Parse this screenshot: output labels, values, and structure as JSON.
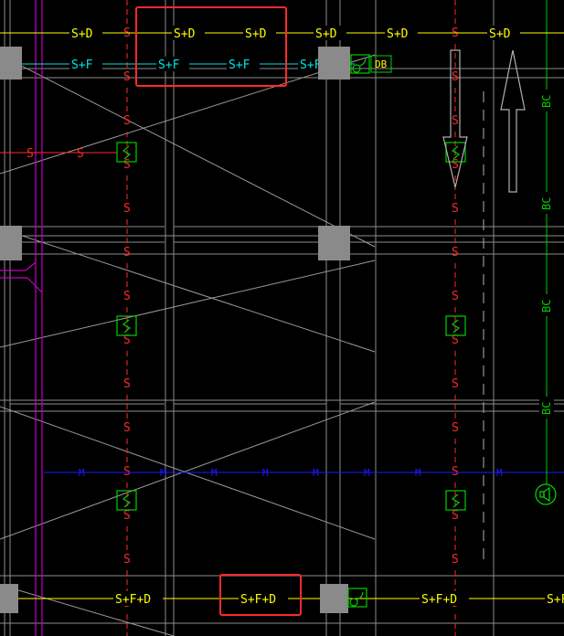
{
  "canvas": {
    "background": "#000000"
  },
  "colors": {
    "grid": "#8c8c8c",
    "sprinkler_fire": "#ffff00",
    "sprinkler_foam": "#00e5e5",
    "red_pipe": "#ff2a2a",
    "magenta": "#c000c0",
    "blue_pipe": "#1a1aff",
    "green_bc": "#00d000",
    "column": "#8a8a8a",
    "highlight": "#ff2a2a",
    "arrow": "#b0b0b0"
  },
  "labels": {
    "s_plus_d": "S+D",
    "s_plus_f": "S+F",
    "s_plus_f_plus_d": "S+F+D",
    "s": "S",
    "m": "M",
    "bc": "BC",
    "db": "DB"
  },
  "icons": {
    "spray_head": "spray-head-icon",
    "sprinkler_box": "sprinkler-box-icon",
    "speaker": "speaker-icon",
    "flow_arrow": "flow-arrow-icon"
  }
}
